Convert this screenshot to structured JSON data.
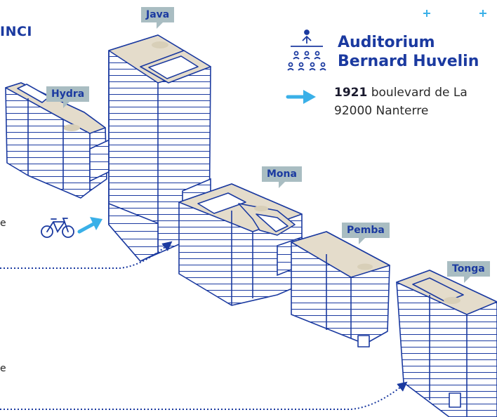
{
  "corner_title": "INCI",
  "auditorium": {
    "title_line1": "Auditorium",
    "title_line2": "Bernard Huvelin",
    "address_number": "1921",
    "address_street": "boulevard de La",
    "address_city": "92000 Nanterre"
  },
  "buildings": {
    "java": "Java",
    "hydra": "Hydra",
    "mona": "Mona",
    "pemba": "Pemba",
    "tonga": "Tonga"
  },
  "edge_text": {
    "first": "e",
    "second": "e"
  },
  "colors": {
    "outline": "#1b3aa0",
    "roof": "#e4dccb",
    "tag": "#a9bdc2",
    "arrow": "#3ab0e8",
    "text_blue": "#1b3aa0"
  },
  "icons": [
    "auditorium-icon",
    "bicycle-icon",
    "arrow-right-icon",
    "plus-icon"
  ]
}
